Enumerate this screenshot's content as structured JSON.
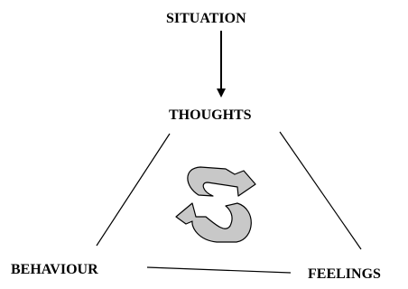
{
  "nodes": {
    "situation": "SITUATION",
    "thoughts": "THOUGHTS",
    "behaviour": "BEHAVIOUR",
    "feelings": "FEELINGS"
  },
  "colors": {
    "text": "#000000",
    "line": "#000000",
    "cycle_fill": "#c8c8c8",
    "background": "#ffffff"
  },
  "icons": {
    "cycle": "circular-arrows-icon"
  }
}
